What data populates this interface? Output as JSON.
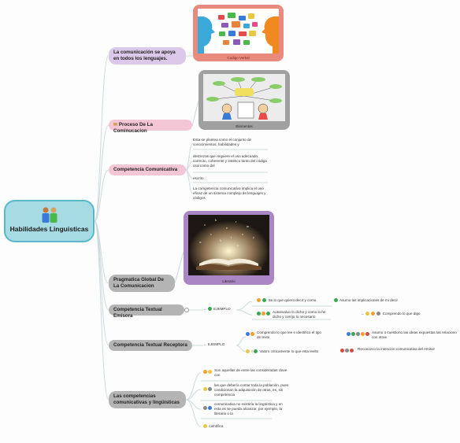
{
  "root": {
    "label": "Habilidades Linguisticas"
  },
  "branches": {
    "b1": "La comunicación se apoya en todos los lenguajes.",
    "b2": "Proceso De La Cominucacion",
    "b3": "Competencia Comunicativa",
    "b4": "Pragmatica Global De La Comunicacion",
    "b5": "Competencia Textual Emisora",
    "b6": "Competencia Textual Receptora",
    "b7": "Las competencias comunicativas y lingüísticas"
  },
  "images": {
    "cap1": "Codigo Verbal",
    "cap2": "Elementos",
    "cap3": "Literario"
  },
  "competencia": {
    "t1": "Esta se plantea como el conjunto de conocimientos, habilidades y",
    "t2": "destrezas que requiere el uso adecuado, correcto, coherente y estético tanto del código oral como del",
    "t3": "escrito",
    "t4": "La competencia comunicativa implica el uso eficaz de un sistema complejo de lenguajes y códigos"
  },
  "emisora": {
    "ejemplo": "EJEMPLO",
    "e1": "Se lo que quiero decir y como",
    "e2": "Asumo las implicaciones de mi decir",
    "e3": "Autoevaluo lo dicho y como lo he dicho y corrijo lo necesario",
    "e4": "Comprendo lo que digo"
  },
  "receptora": {
    "ejemplo": "EJEMPLO",
    "r1": "Comprendo lo que lee e identifico el tipo de texto",
    "r2": "Asumo o cuestiono las ideas expuestas las relaciono con otras",
    "r3": "Valoro criticamente lo que esta leelto",
    "r4": "Reconozco la intencion comunicativa del emisor"
  },
  "lingu": {
    "l1": "Son aquellas de entre las consideradas clave con",
    "l2": "las que debería contar toda la población, pues condicionan la adquisición de otras, es, sin competencia",
    "l3": "comunicativa no existiría la lingüística y en esta es se pueda alcanzar, por ejemplo, la literaria o la",
    "l4": "científica"
  }
}
